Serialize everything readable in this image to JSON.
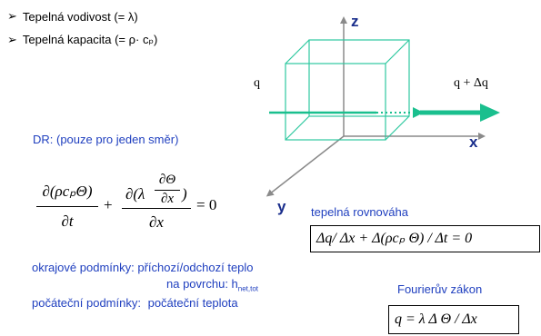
{
  "bullets": [
    {
      "text": "Tepelná vodivost (= λ)"
    },
    {
      "text": "Tepelná kapacita (= ρ· cₚ)"
    }
  ],
  "diagram": {
    "axis_z": "z",
    "axis_x": "x",
    "axis_y": "y",
    "q_in": "q",
    "q_out": "q + Δq"
  },
  "dr_label": "DR: (pouze pro jeden směr)",
  "equation": {
    "t1_num": "∂(ρcₚΘ)",
    "t1_den": "∂t",
    "t2_num_a": "∂(λ",
    "t2_inner_num": "∂Θ",
    "t2_inner_den": "∂x",
    "t2_num_b": ")",
    "t2_den": "∂x",
    "plus": "+",
    "rhs": "= 0"
  },
  "balance": {
    "label": "tepelná rovnováha",
    "formula": "Δq/ Δx + Δ(ρcₚ Θ) / Δt = 0"
  },
  "boundary": {
    "line1": "okrajové podmínky: příchozí/odchozí teplo",
    "line2_prefix": "na povrchu: h",
    "line2_sub": "net,tot"
  },
  "initial": {
    "label": "počáteční podmínky:",
    "value": "počáteční teplota"
  },
  "fourier": {
    "label": "Fourierův zákon",
    "formula": "q = λ Δ Θ / Δx"
  },
  "colors": {
    "cube": "#2ec9a0",
    "flux": "#1abf8e",
    "text_blue": "#1f3fbf",
    "axis": "#8a8a8a",
    "axis_label": "#1a2e8c"
  }
}
